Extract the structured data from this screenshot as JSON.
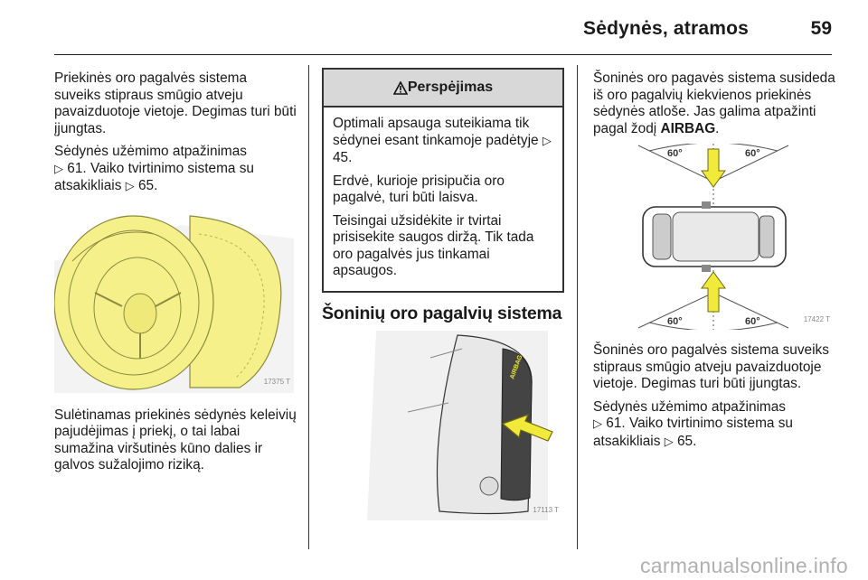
{
  "header": {
    "title": "Sėdynės, atramos",
    "page_number": "59"
  },
  "left_column": {
    "para1": "Priekinės oro pagalvės sistema suveiks stipraus smūgio atveju pavaizduotoje vietoje. Degimas turi būti įjungtas.",
    "para2_line1": "Sėdynės užėmimo atpažinimas",
    "para2_ref1": "61. Vaiko tvirtinimo sistema su atsakikliais ",
    "para2_ref2": "65.",
    "figure_code": "17375 T",
    "para3": "Sulėtinamas priekinės sėdynės keleivių pajudėjimas į priekį, o tai labai sumažina viršutinės kūno dalies ir galvos sužalojimo riziką."
  },
  "middle_column": {
    "warning_title": "Perspėjimas",
    "warning_p1_text": "Optimali apsauga suteikiama tik sėdynei esant tinkamoje padėtyje ",
    "warning_p1_ref": "45.",
    "warning_p2": "Erdvė, kurioje prisipučia oro pagalvė, turi būti laisva.",
    "warning_p3": "Teisingai užsidėkite ir tvirtai prisisekite saugos diržą. Tik tada oro pagalvės jus tinkamai apsaugos.",
    "section_title": "Šoninių oro pagalvių sistema",
    "figure_label": "AIRBAG",
    "figure_code": "17113 T"
  },
  "right_column": {
    "para1_text": "Šoninės oro pagavės sistema susideda iš oro pagalvių kiekvienos priekinės sėdynės atloše. Jas galima atpažinti pagal žodį ",
    "para1_bold": "AIRBAG",
    "para1_end": ".",
    "angles": {
      "top_left": "60°",
      "top_right": "60°",
      "bottom_left": "60°",
      "bottom_right": "60°"
    },
    "figure_code": "17422 T",
    "para2": "Šoninės oro pagalvės sistema suveiks stipraus smūgio atveju pavaizduotoje vietoje. Degimas turi būti įjungtas.",
    "para3_line1": "Sėdynės užėmimo atpažinimas",
    "para3_ref1": "61. Vaiko tvirtinimo sistema su atsakikliais ",
    "para3_ref2": "65."
  },
  "footer": {
    "watermark": "carmanualsonline.info"
  },
  "colors": {
    "airbag_yellow": "#f5f08a",
    "warning_header": "#d8d8d8",
    "arrow_yellow": "#f2ea3a"
  },
  "icons": {
    "reference_arrow": "arrow-reference-icon",
    "warning": "warning-triangle-icon"
  }
}
